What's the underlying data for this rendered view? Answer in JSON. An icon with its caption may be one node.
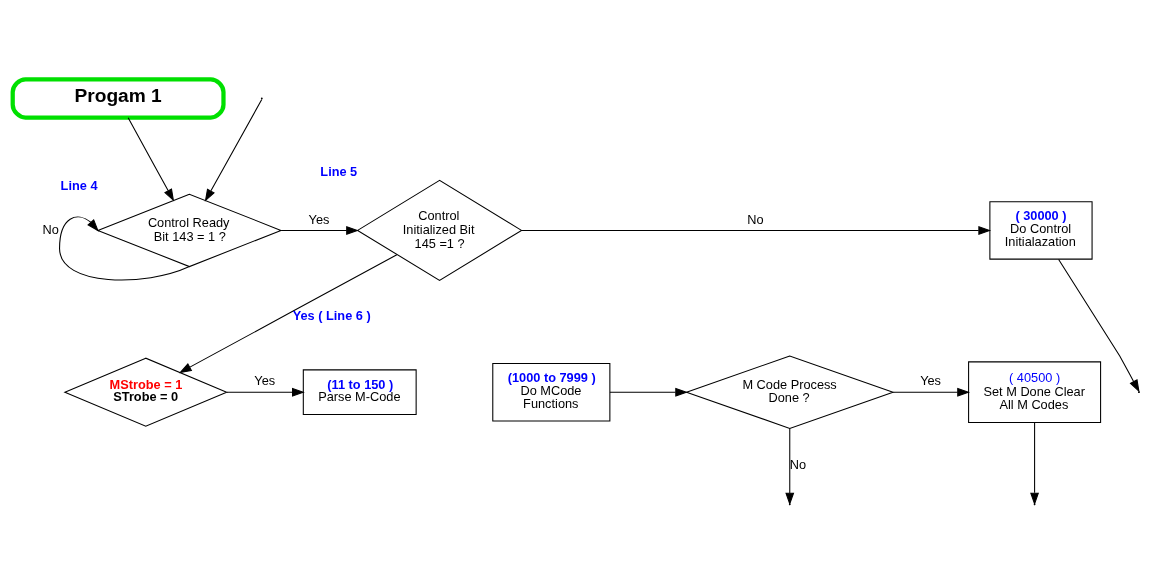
{
  "diagram": {
    "nodes": [
      {
        "text": [
          "Progam 1"
        ]
      },
      {
        "text": [
          "Control Ready Bit 143 = 1 ?"
        ],
        "beside": [
          "Line 4"
        ]
      },
      {
        "text": [
          "Control Initialized Bit 145 =1 ?"
        ],
        "beside": [
          "Line 5"
        ]
      },
      {
        "text": [
          "( 30000 )",
          "Do Control Initialazation"
        ]
      },
      {
        "text": [
          "MStrobe = 1",
          "STrobe = 0"
        ]
      },
      {
        "text": [
          "(11 to 150 )",
          "Parse M-Code"
        ]
      },
      {
        "text": [
          "(1000 to 7999 )",
          "Do MCode Functions"
        ]
      },
      {
        "text": [
          "M Code Process Done ?"
        ]
      },
      {
        "text": [
          "( 40500 )",
          "Set M Done Clear All M Codes"
        ]
      }
    ],
    "edges": [
      {
        "from": 0,
        "to": 1,
        "arrow": "to"
      },
      {
        "from": 1,
        "to": 1,
        "arrow": "to",
        "label": "No"
      },
      {
        "from": null,
        "to": 1,
        "arrow": "to"
      },
      {
        "from": 1,
        "to": 2,
        "arrow": "to",
        "label": "Yes"
      },
      {
        "from": 2,
        "to": 3,
        "arrow": "to",
        "label": "No"
      },
      {
        "from": 3,
        "to": null,
        "arrow": "to"
      },
      {
        "from": 2,
        "to": 4,
        "arrow": "to",
        "label": "Yes ( Line 6 )"
      },
      {
        "from": 4,
        "to": 5,
        "arrow": "to",
        "label": "Yes"
      },
      {
        "from": 6,
        "to": 7,
        "arrow": "to"
      },
      {
        "from": 7,
        "to": null,
        "arrow": "to",
        "label": "No"
      },
      {
        "from": 7,
        "to": 8,
        "arrow": "to",
        "label": "Yes"
      },
      {
        "from": 8,
        "to": null,
        "arrow": "to"
      }
    ]
  }
}
